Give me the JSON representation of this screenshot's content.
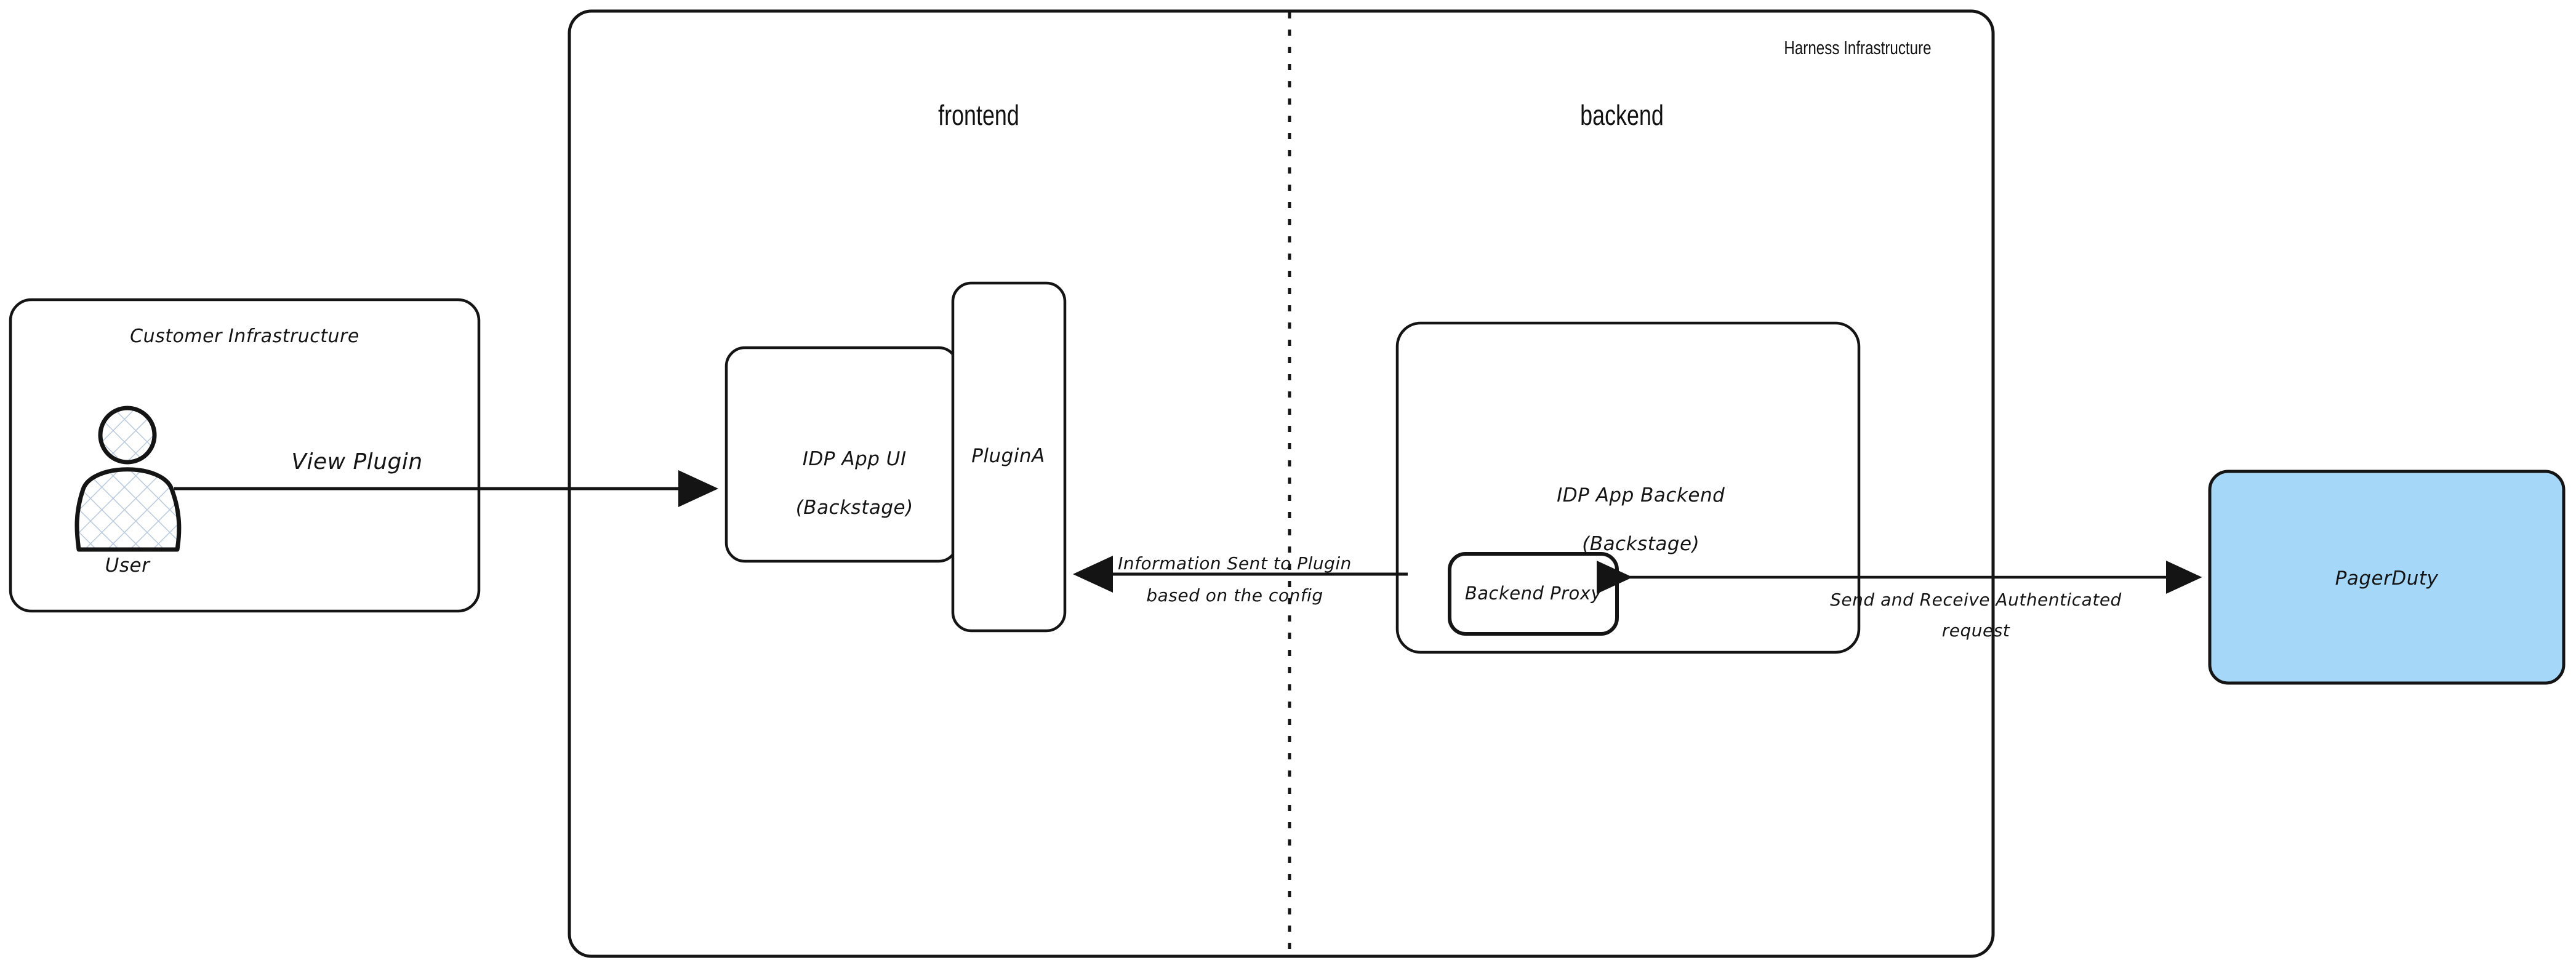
{
  "diagram": {
    "title_visible": false,
    "background": "#ffffff",
    "stroke_color": "#141414",
    "accent_fill": "#a5d8f8"
  },
  "containers": {
    "customer": {
      "label": "Customer Infrastructure",
      "fill": "#ffffff"
    },
    "harness": {
      "label": "Harness Infrastructure",
      "fill": "#ffffff",
      "zones": [
        {
          "id": "frontend",
          "label": "frontend"
        },
        {
          "id": "backend",
          "label": "backend"
        }
      ]
    }
  },
  "nodes": {
    "user": {
      "label": "User",
      "icon": "user-actor-icon",
      "hatch_color": "#b9c9de"
    },
    "idp_app_ui": {
      "line1": "IDP App UI",
      "line2": "(Backstage)",
      "fill": "#ffffff"
    },
    "plugin_a": {
      "label": "PluginA",
      "fill": "#ffffff"
    },
    "idp_app_backend": {
      "line1": "IDP App Backend",
      "line2": "(Backstage)",
      "fill": "#ffffff"
    },
    "backend_proxy": {
      "label": "Backend Proxy",
      "fill": "#ffffff"
    },
    "pagerduty": {
      "label": "PagerDuty",
      "fill": "#a5d8f8"
    }
  },
  "edges": [
    {
      "id": "user-to-ui",
      "label": "View Plugin",
      "from": "user",
      "to": "idp_app_ui",
      "direction": "right"
    },
    {
      "id": "proxy-to-plugin",
      "line1": "Information Sent to Plugin",
      "line2": "based on the config",
      "from": "idp_app_backend",
      "to": "plugin_a",
      "direction": "left"
    },
    {
      "id": "proxy-pagerduty",
      "line1": "Send and Receive Authenticated",
      "line2": "request",
      "from": "backend_proxy",
      "to": "pagerduty",
      "direction": "both"
    }
  ]
}
